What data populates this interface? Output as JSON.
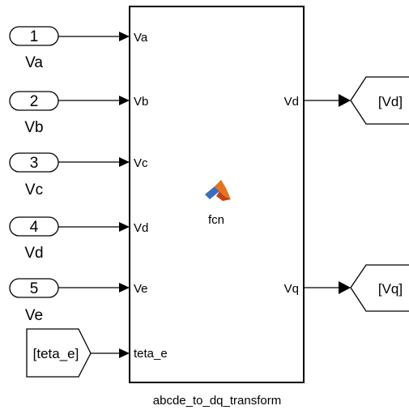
{
  "inports": [
    {
      "number": "1",
      "name": "Va"
    },
    {
      "number": "2",
      "name": "Vb"
    },
    {
      "number": "3",
      "name": "Vc"
    },
    {
      "number": "4",
      "name": "Vd"
    },
    {
      "number": "5",
      "name": "Ve"
    }
  ],
  "from_tag": {
    "label": "[teta_e]"
  },
  "block": {
    "function_label": "fcn",
    "caption": "abcde_to_dq_transform",
    "inputs": [
      "Va",
      "Vb",
      "Vc",
      "Vd",
      "Ve",
      "teta_e"
    ],
    "outputs": [
      "Vd",
      "Vq"
    ],
    "icon": "matlab-logo-icon"
  },
  "goto_tags": [
    {
      "label": "[Vd]"
    },
    {
      "label": "[Vq]"
    }
  ]
}
